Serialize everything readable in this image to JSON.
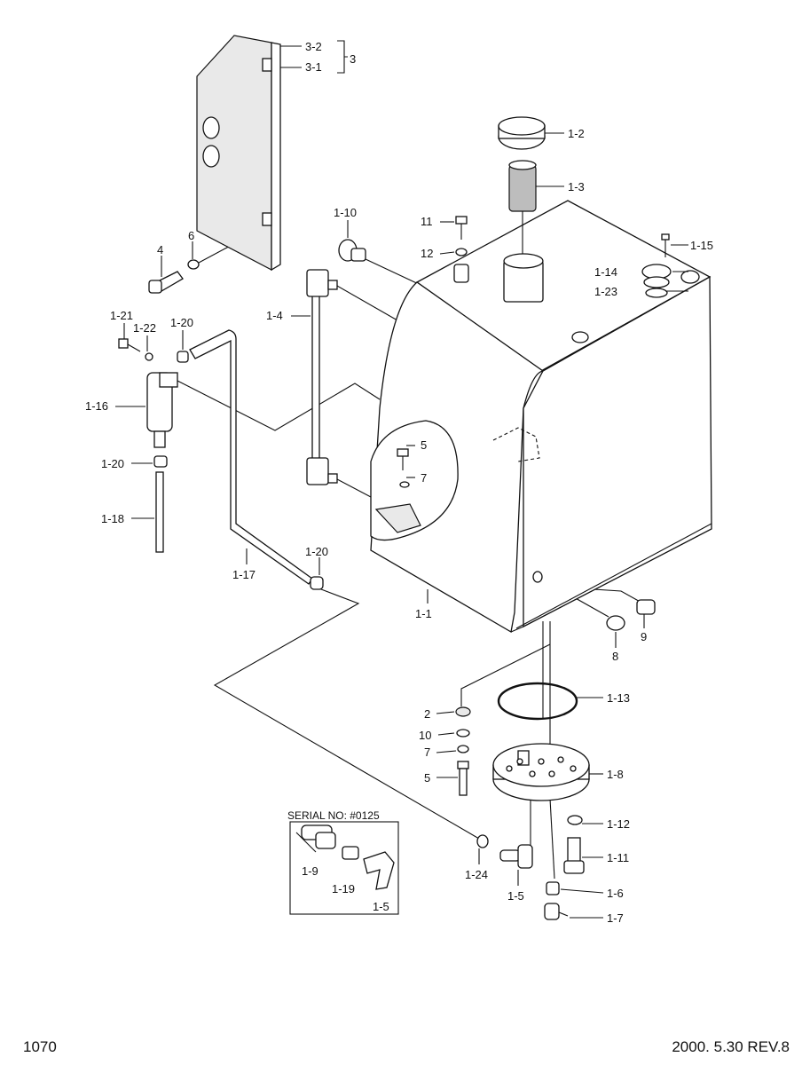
{
  "page_number": "1070",
  "revision": "2000. 5.30  REV.8",
  "serial_box": {
    "title": "SERIAL NO: #0125",
    "labels": [
      "1-9",
      "1-19",
      "1-5"
    ]
  },
  "callouts": [
    {
      "id": "c-3-2",
      "text": "3-2"
    },
    {
      "id": "c-3-1",
      "text": "3-1"
    },
    {
      "id": "c-3",
      "text": "3"
    },
    {
      "id": "c-6",
      "text": "6"
    },
    {
      "id": "c-4",
      "text": "4"
    },
    {
      "id": "c-1-10",
      "text": "1-10"
    },
    {
      "id": "c-11",
      "text": "11"
    },
    {
      "id": "c-12",
      "text": "12"
    },
    {
      "id": "c-1-2",
      "text": "1-2"
    },
    {
      "id": "c-1-3",
      "text": "1-3"
    },
    {
      "id": "c-1-15",
      "text": "1-15"
    },
    {
      "id": "c-1-14",
      "text": "1-14"
    },
    {
      "id": "c-1-23",
      "text": "1-23"
    },
    {
      "id": "c-1-4",
      "text": "1-4"
    },
    {
      "id": "c-1-21",
      "text": "1-21"
    },
    {
      "id": "c-1-22",
      "text": "1-22"
    },
    {
      "id": "c-1-20a",
      "text": "1-20"
    },
    {
      "id": "c-1-16",
      "text": "1-16"
    },
    {
      "id": "c-1-20b",
      "text": "1-20"
    },
    {
      "id": "c-1-18",
      "text": "1-18"
    },
    {
      "id": "c-5a",
      "text": "5"
    },
    {
      "id": "c-7a",
      "text": "7"
    },
    {
      "id": "c-1-20c",
      "text": "1-20"
    },
    {
      "id": "c-1-17",
      "text": "1-17"
    },
    {
      "id": "c-1-1",
      "text": "1-1"
    },
    {
      "id": "c-8",
      "text": "8"
    },
    {
      "id": "c-9",
      "text": "9"
    },
    {
      "id": "c-1-13",
      "text": "1-13"
    },
    {
      "id": "c-2",
      "text": "2"
    },
    {
      "id": "c-10",
      "text": "10"
    },
    {
      "id": "c-7b",
      "text": "7"
    },
    {
      "id": "c-5b",
      "text": "5"
    },
    {
      "id": "c-1-8",
      "text": "1-8"
    },
    {
      "id": "c-1-12",
      "text": "1-12"
    },
    {
      "id": "c-1-11",
      "text": "1-11"
    },
    {
      "id": "c-1-24",
      "text": "1-24"
    },
    {
      "id": "c-1-5",
      "text": "1-5"
    },
    {
      "id": "c-1-6",
      "text": "1-6"
    },
    {
      "id": "c-1-7",
      "text": "1-7"
    }
  ]
}
